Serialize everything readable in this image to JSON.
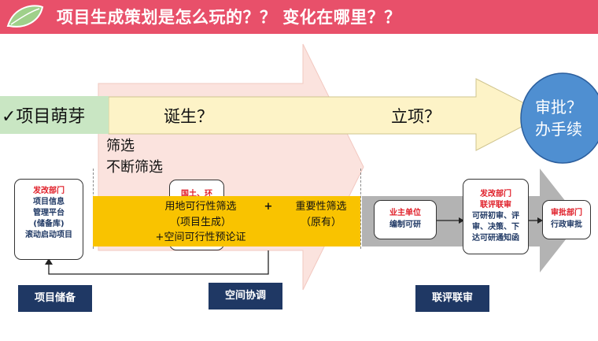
{
  "header": {
    "title": "项目生成策划是怎么玩的？？ 变化在哪里？？",
    "logo_icon": "leaf-icon",
    "background": "#e8506a"
  },
  "stages": {
    "sprout": "✓项目萌芽",
    "birth": "诞生？",
    "approval_stage": "立项？",
    "circle_line1": "审批？",
    "circle_line2": "办手续"
  },
  "screening": {
    "line1": "筛选",
    "line2": "不断筛选"
  },
  "boxes": {
    "dev_left": {
      "line1": "发改部门",
      "line2": "项目信息",
      "line3": "管理平台",
      "line4": "(储备库)",
      "line5": "滚动启动项目"
    },
    "hidden_box_text": "国土、环",
    "owner": {
      "line1": "业主单位",
      "line2": "编制可研"
    },
    "dev_review": {
      "line1": "发改部门",
      "line2": "联评联审",
      "line3": "可研初审、评",
      "line4": "审、决策、下",
      "line5": "达可研通知函"
    },
    "approval_dept": {
      "line1": "审批部门",
      "line2": "行政审批"
    }
  },
  "band": {
    "left_line1": "用地可行性筛选",
    "left_line2": "（项目生成）",
    "left_line3": "+空间可行性预论证",
    "plus": "+",
    "right_line1": "重要性筛选",
    "right_line2": "（原有）"
  },
  "labels": {
    "storage": "项目储备",
    "spatial": "空间协调",
    "review": "联评联审"
  },
  "colors": {
    "accent_red": "#e0202a",
    "navy": "#1f3864",
    "band": "#f9c300",
    "sprout": "#c9e6c3",
    "circle": "#4f8fd1"
  }
}
